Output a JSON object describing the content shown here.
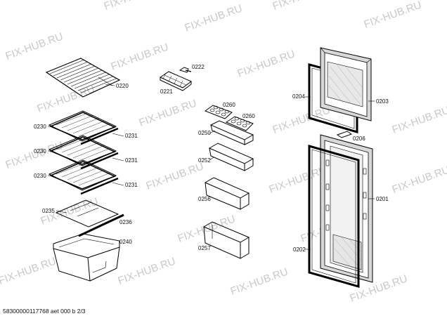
{
  "watermark": "FIX-HUB.RU",
  "footer": "58300000117768 aet 000 b 2/3",
  "labels": {
    "p0220": "0220",
    "p0221": "0221",
    "p0222": "0222",
    "p0230a": "0230",
    "p0230b": "0230",
    "p0230c": "0230",
    "p0231a": "0231",
    "p0231b": "0231",
    "p0231c": "0231",
    "p0235": "0235",
    "p0236": "0236",
    "p0240": "0240",
    "p0260a": "0260",
    "p0260b": "0260",
    "p0250": "0250",
    "p0252": "0252",
    "p0256": "0256",
    "p0257": "0257",
    "p0204": "0204",
    "p0203": "0203",
    "p0206": "0206",
    "p0201": "0201",
    "p0202": "0202"
  },
  "colors": {
    "watermark": "#c9c9c9",
    "line": "#000000",
    "door_grey": "#d8d8d8"
  }
}
